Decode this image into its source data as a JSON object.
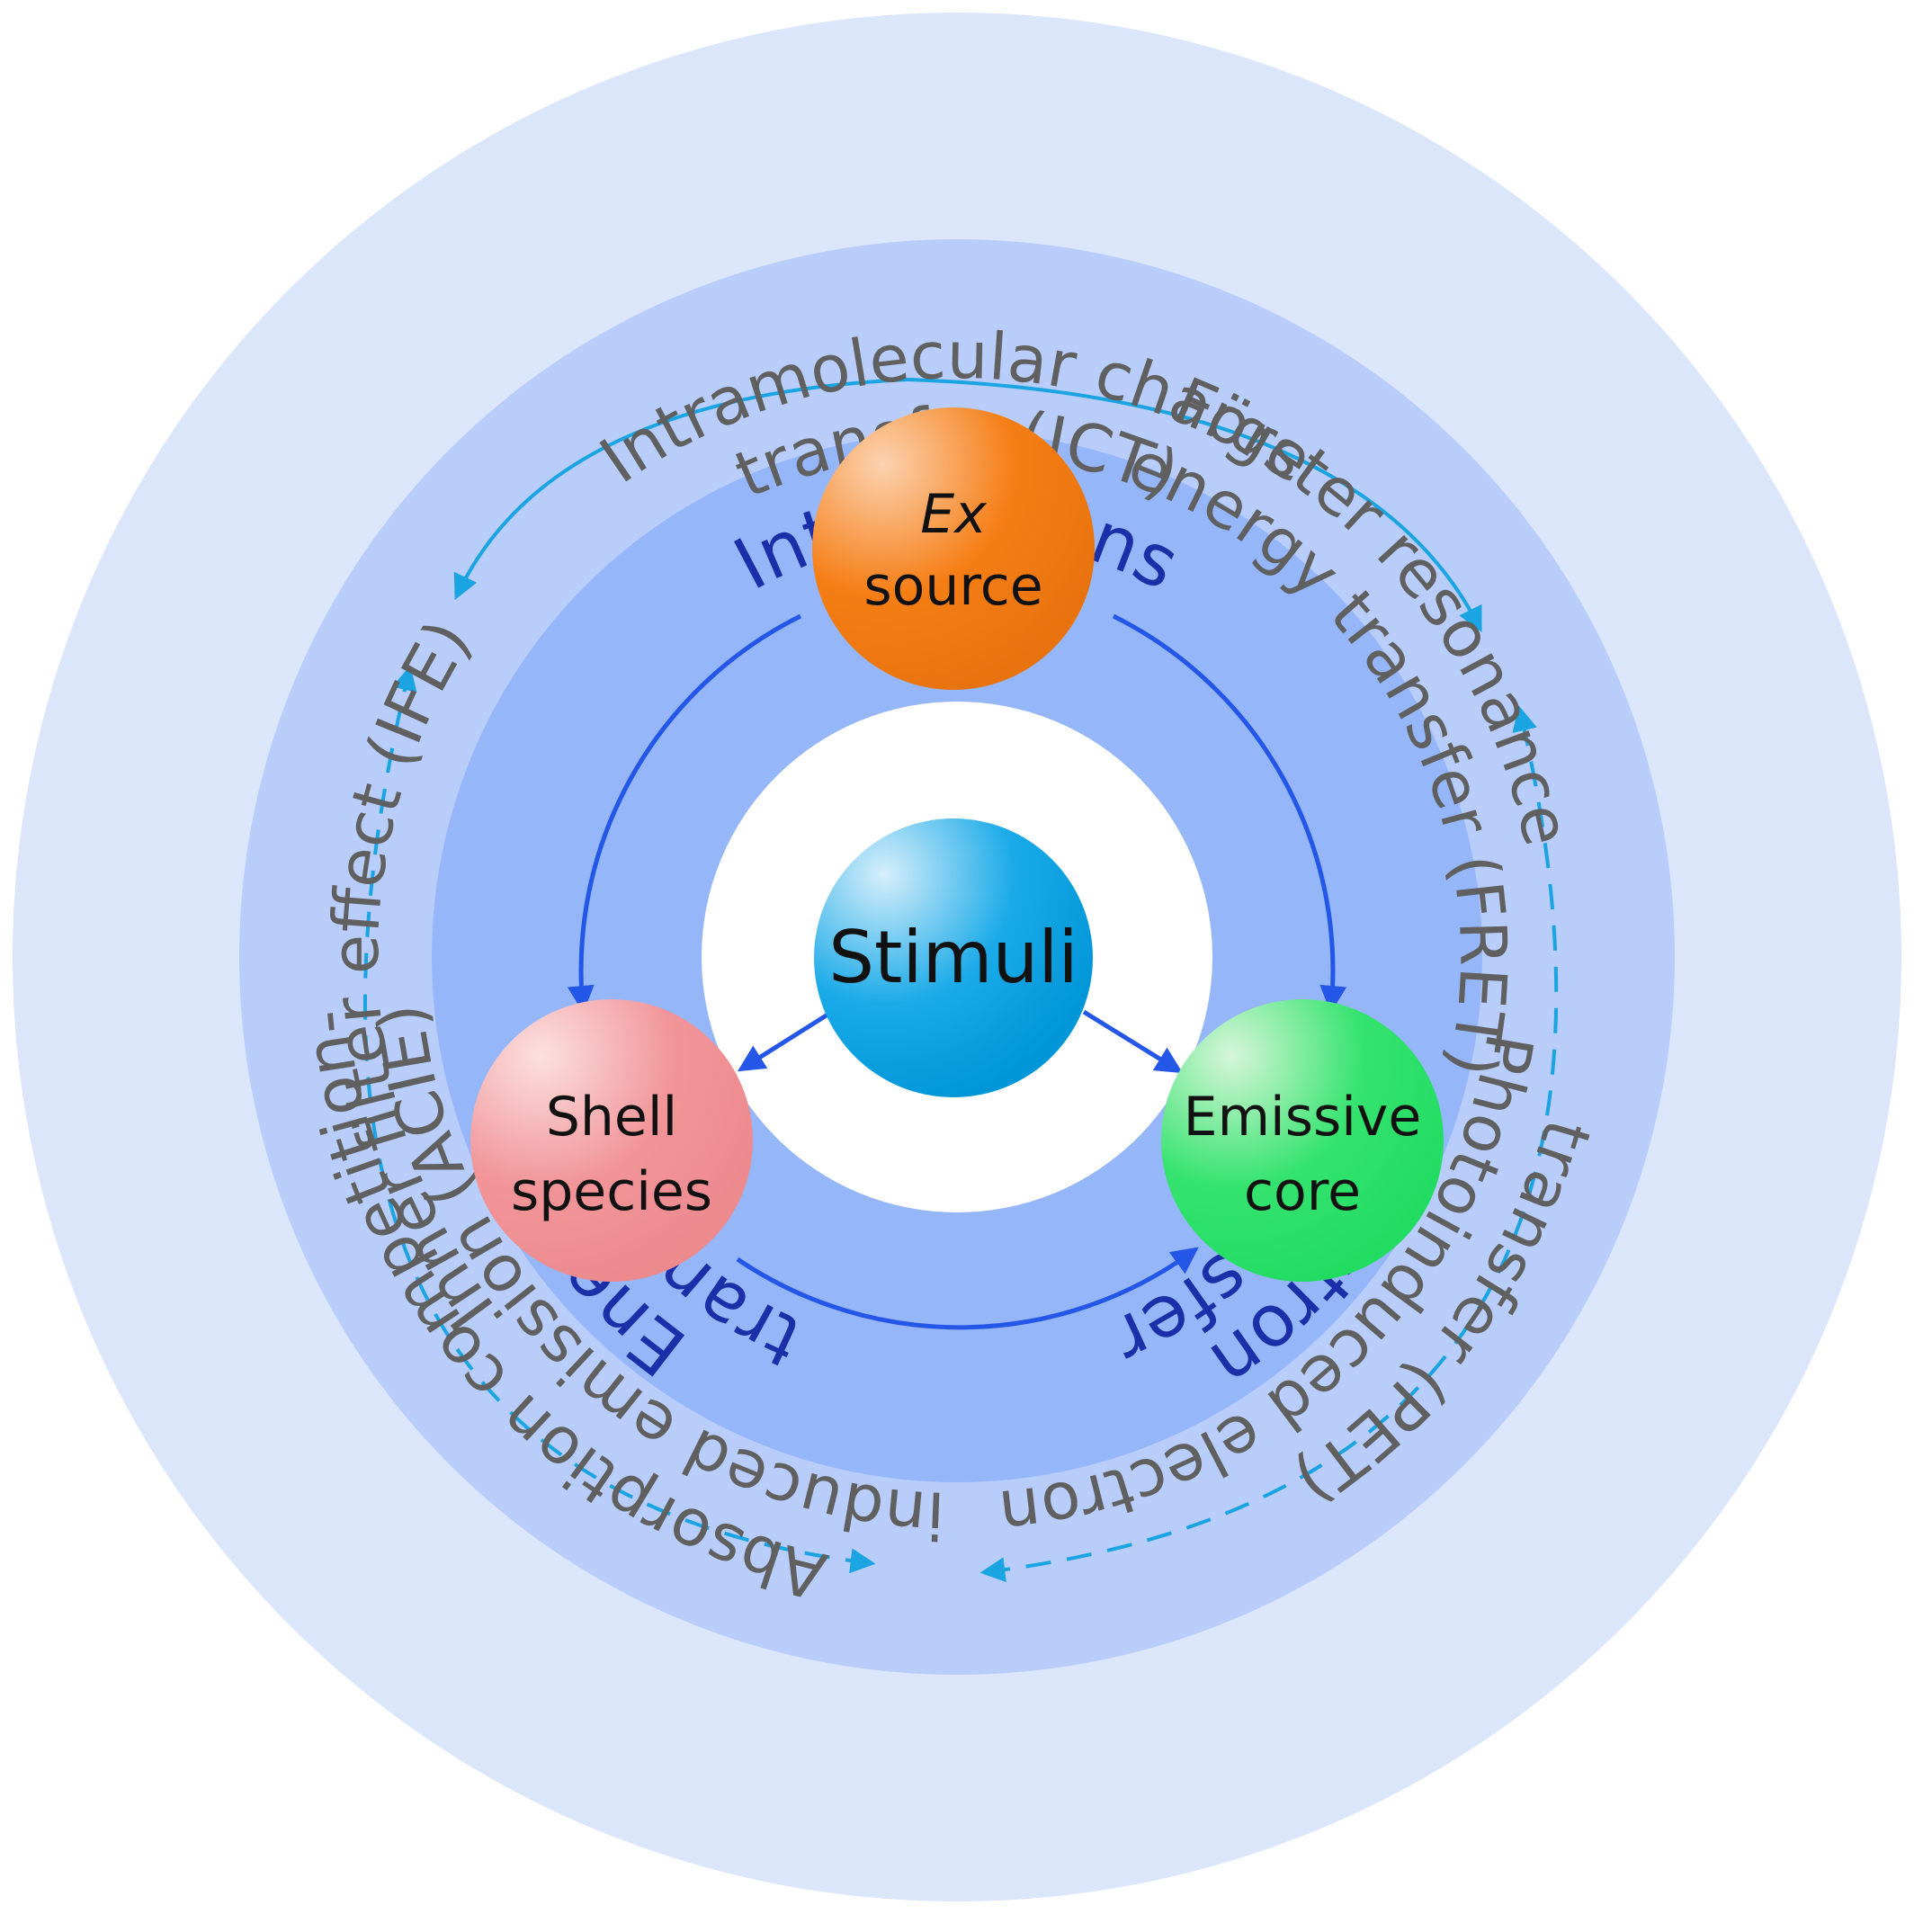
{
  "rings": {
    "outer": [
      {
        "line1": "Intramolecular charge",
        "line2": "transfer (ICT)"
      },
      {
        "line1": "Förster resonance",
        "line2": "energy transfer (FRET)"
      },
      {
        "line1": "Photoinduced electron",
        "line2": "transfer (PET)"
      },
      {
        "line1": "Absorption competition-",
        "line2": "induced emission (ACIE)"
      },
      {
        "line1": "Inner filter effect (IFE)",
        "line2": ""
      }
    ],
    "middle": {
      "top": "Interactions",
      "right_line1": "Electron",
      "right_line2": "transfer",
      "left_line1": "Energy",
      "left_line2": "transfer"
    }
  },
  "nodes": {
    "center": "Stimuli",
    "top_line1": "Ex",
    "top_line2": "source",
    "left_line1": "Shell",
    "left_line2": "species",
    "right_line1": "Emissive",
    "right_line2": "core"
  },
  "colors": {
    "ring_outer": "#dbe6fb",
    "ring_middle": "#b8cdfa",
    "ring_inner": "#96b6fa",
    "core_white": "#ffffff",
    "stimuli": "#18a8e8",
    "ex_source": "#f47b12",
    "shell_species": "#f08e92",
    "emissive_core": "#2ee06a",
    "arrow_solid": "#2456e8",
    "arrow_light": "#1aa4e2"
  }
}
